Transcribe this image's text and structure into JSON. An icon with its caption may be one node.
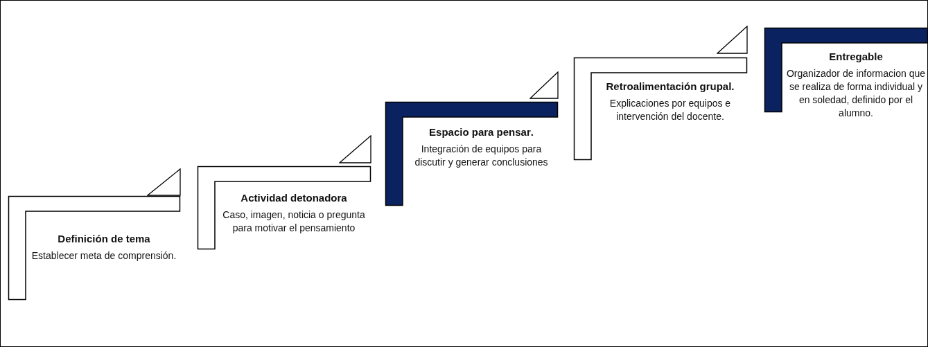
{
  "diagram": {
    "nodes": [
      {
        "text": [
          "Definición de tema",
          "Establecer meta de comprensión."
        ]
      },
      {
        "text": [
          "Actividad detonadora",
          "Caso, imagen, noticia o pregunta para motivar el pensamiento"
        ]
      },
      {
        "text": [
          "**Espacio para pensar**.",
          "Integración de equipos para discutir y generar conclusiones"
        ]
      },
      {
        "text": [
          "Retroalimentación grupal.",
          "Explicaciones por equipos e intervención del docente."
        ]
      },
      {
        "text": [
          "Entregable",
          "Organizador de informacion que se realiza de forma individual y en soledad, definido por el alumno."
        ]
      }
    ],
    "edges": []
  }
}
